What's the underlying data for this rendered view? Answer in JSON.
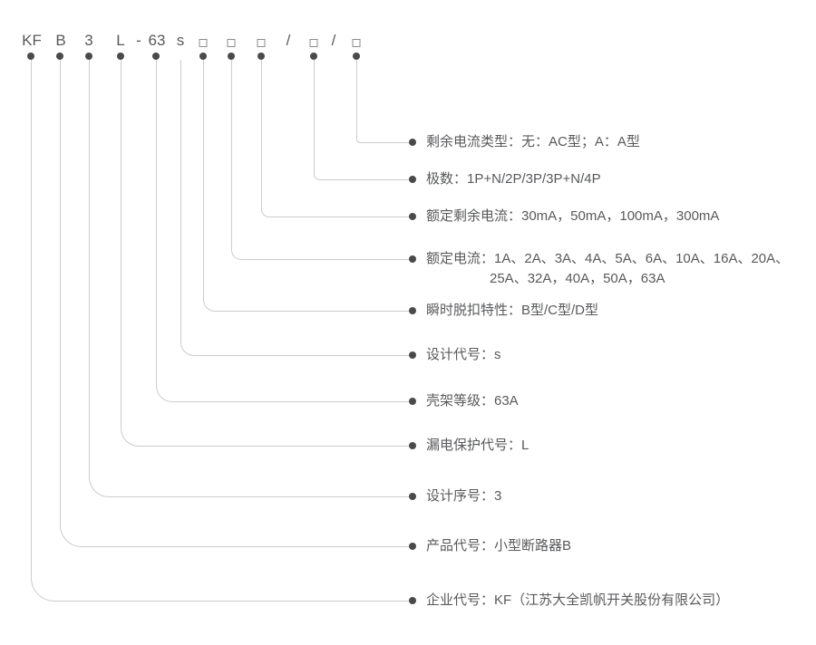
{
  "diagram": {
    "model_code": {
      "symbols": [
        {
          "text": "KF"
        },
        {
          "text": "B"
        },
        {
          "text": "3"
        },
        {
          "text": "L"
        },
        {
          "text": "-"
        },
        {
          "text": "63"
        },
        {
          "text": "s"
        },
        {
          "type": "box"
        },
        {
          "type": "box"
        },
        {
          "type": "box"
        },
        {
          "text": "/"
        },
        {
          "type": "box"
        },
        {
          "text": "/"
        },
        {
          "type": "box"
        }
      ]
    },
    "rows": [
      {
        "label": "剩余电流类型：无：AC型；A：A型"
      },
      {
        "label": "极数：1P+N/2P/3P/3P+N/4P"
      },
      {
        "label": "额定剩余电流：30mA，50mA，100mA，300mA"
      },
      {
        "label": "额定电流：1A、2A、3A、4A、5A、6A、10A、16A、20A、",
        "label_line2": "25A、32A，40A，50A，63A"
      },
      {
        "label": "瞬时脱扣特性：B型/C型/D型"
      },
      {
        "label": "设计代号：s"
      },
      {
        "label": "壳架等级：63A"
      },
      {
        "label": "漏电保护代号：L"
      },
      {
        "label": "设计序号：3"
      },
      {
        "label": "产品代号：小型断路器B"
      },
      {
        "label": "企业代号：KF（江苏大全凯帆开关股份有限公司）"
      }
    ],
    "colors": {
      "text": "#58595b",
      "line": "#cccccc",
      "dot": "#4a4a4a",
      "box_border": "#8c8c8c",
      "background": "#ffffff"
    }
  }
}
